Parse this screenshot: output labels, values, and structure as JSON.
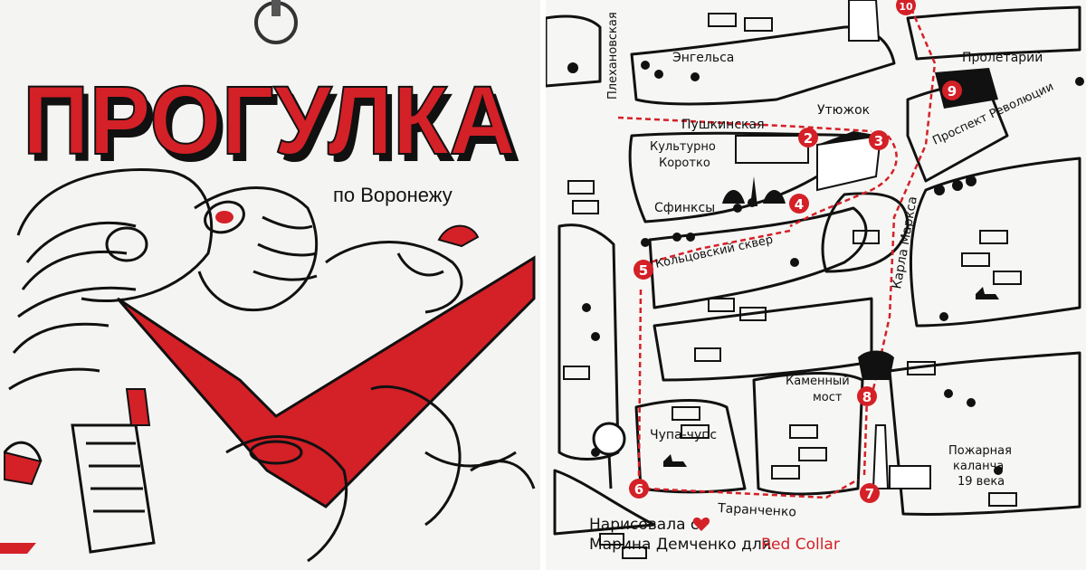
{
  "cover": {
    "title": "ПРОГУЛКА",
    "subtitle": "по Воронежу"
  },
  "colors": {
    "accent": "#d42027",
    "ink": "#111111",
    "paper": "#f4f4f2"
  },
  "map": {
    "streets": {
      "plekhanovskaya": "Плехановская",
      "engelsa": "Энгельса",
      "pushkinskaya": "Пушкинская",
      "utyuzhok": "Утюжок",
      "prospekt": "Проспект Революции",
      "karla_marksa": "Карла Маркса",
      "kamenny_most_1": "Каменный",
      "kamenny_most_2": "мост",
      "taranchenko": "Таранченко",
      "koltsovsky": "Кольцовский сквер",
      "chupa": "Чупа-чупс"
    },
    "places": {
      "kulturno_1": "Культурно",
      "kulturno_2": "Коротко",
      "sfinksy": "Сфинксы",
      "proletariy": "Пролетарий",
      "kalancha_1": "Пожарная",
      "kalancha_2": "каланча",
      "kalancha_3": "19 века"
    },
    "stops": [
      "2",
      "3",
      "4",
      "5",
      "6",
      "7",
      "8",
      "9",
      "10"
    ],
    "credit_line1": "Нарисовала с",
    "credit_line2": "Марина Демченко для",
    "credit_brand": "Red Collar"
  }
}
